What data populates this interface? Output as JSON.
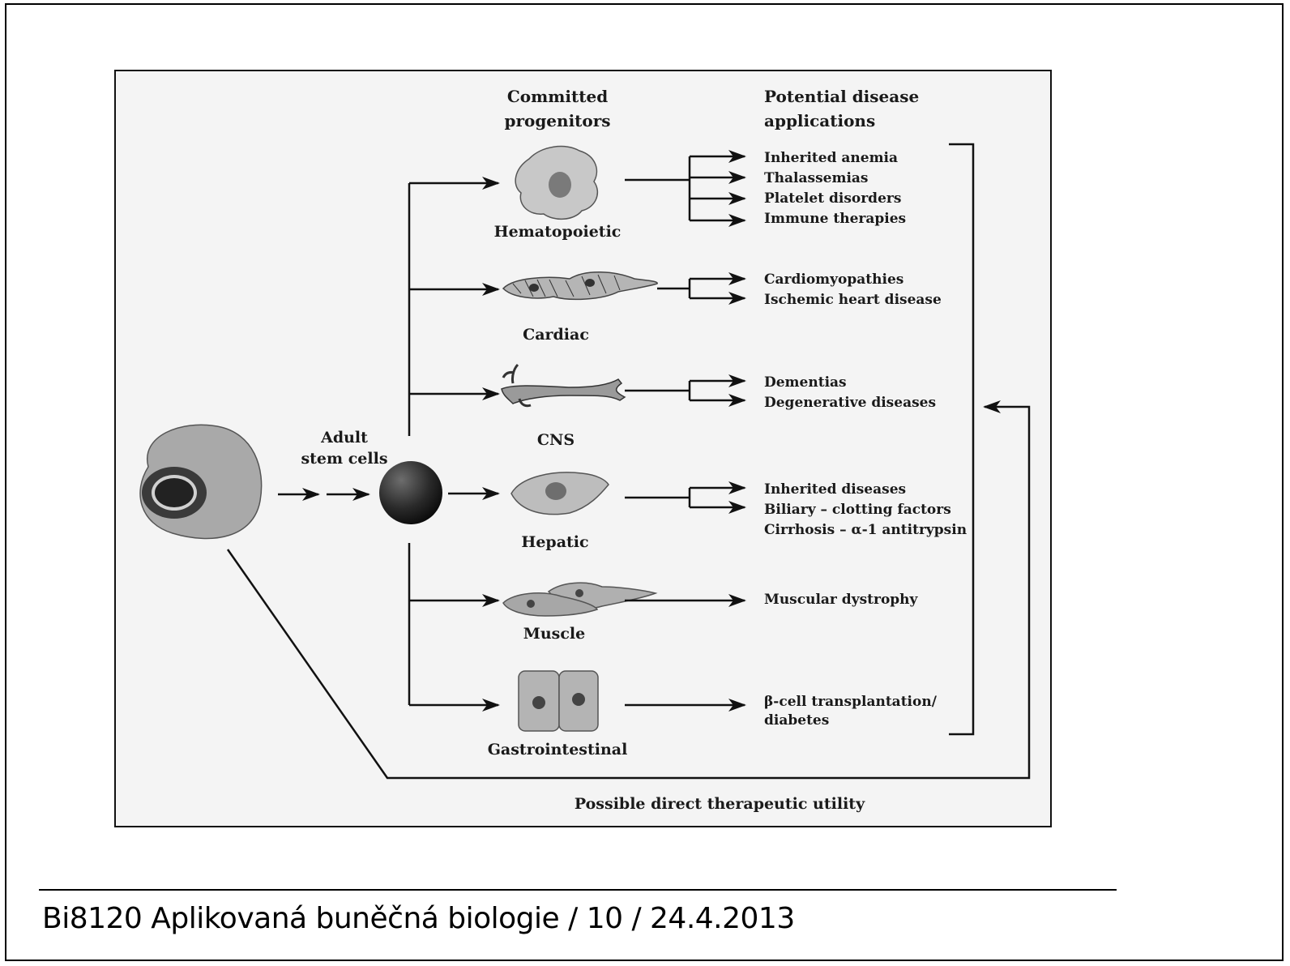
{
  "figure": {
    "headers": {
      "progenitors": [
        "Committed",
        "progenitors"
      ],
      "applications": [
        "Potential disease",
        "applications"
      ]
    },
    "stem_label": [
      "Adult",
      "stem cells"
    ],
    "progenitors": [
      {
        "label": "Hematopoietic",
        "diseases": [
          "Inherited anemia",
          "Thalassemias",
          "Platelet disorders",
          "Immune therapies"
        ]
      },
      {
        "label": "Cardiac",
        "diseases": [
          "Cardiomyopathies",
          "Ischemic heart disease"
        ]
      },
      {
        "label": "CNS",
        "diseases": [
          "Dementias",
          "Degenerative diseases"
        ]
      },
      {
        "label": "Hepatic",
        "diseases": [
          "Inherited diseases",
          "Biliary – clotting factors",
          "Cirrhosis – α-1 antitrypsin"
        ]
      },
      {
        "label": "Muscle",
        "diseases": [
          "Muscular dystrophy"
        ]
      },
      {
        "label": "Gastrointestinal",
        "diseases": [
          "β-cell transplantation/",
          "diabetes"
        ]
      }
    ],
    "feedback_label": "Possible direct therapeutic utility"
  },
  "footer": {
    "text": "Bi8120 Aplikovaná buněčná biologie / 10 / 24.4.2013"
  }
}
